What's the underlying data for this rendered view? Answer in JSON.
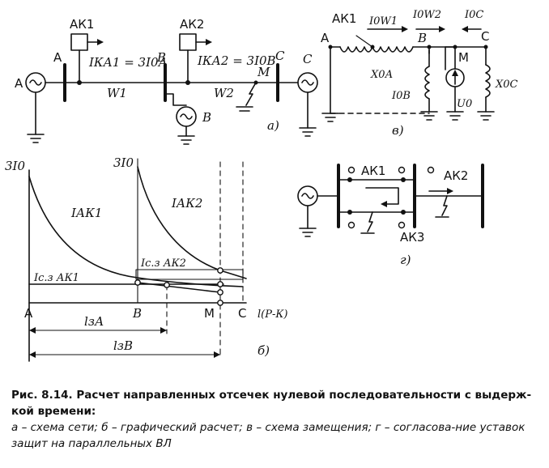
{
  "labels": {
    "ak1": "АК1",
    "ak2": "АК2",
    "ak3": "АК3",
    "a": "А",
    "b": "В",
    "c": "С",
    "m": "М",
    "w1": "W1",
    "w2": "W2",
    "ika1": "IКА1 = 3I0А",
    "ika2": "IКА2 = 3I0В",
    "panel_a": "а)",
    "panel_b": "б)",
    "panel_v": "в)",
    "panel_g": "г)",
    "i0w1": "I0W1",
    "i0w2": "I0W2",
    "i0c": "I0С",
    "x0a": "X0А",
    "i0b": "I0В",
    "u0": "U0",
    "x0c": "X0С",
    "y3i0_left": "3I0",
    "y3i0_mid": "3I0",
    "iak1": "IАК1",
    "iak2": "IАК2",
    "ic_ak1": "Iс.з АК1",
    "ic_ak2": "Iс.з АК2",
    "x_axis": "l(Р-К)",
    "lza": "lзА",
    "lzb": "lзВ"
  },
  "caption": {
    "title": "Рис. 8.14. Расчет направленных отсечек нулевой последовательности с выдерж-кой времени:",
    "items": "а – схема сети; б – графический расчет; в – схема замещения; г – согласова-ние уставок защит на параллельных ВЛ"
  }
}
